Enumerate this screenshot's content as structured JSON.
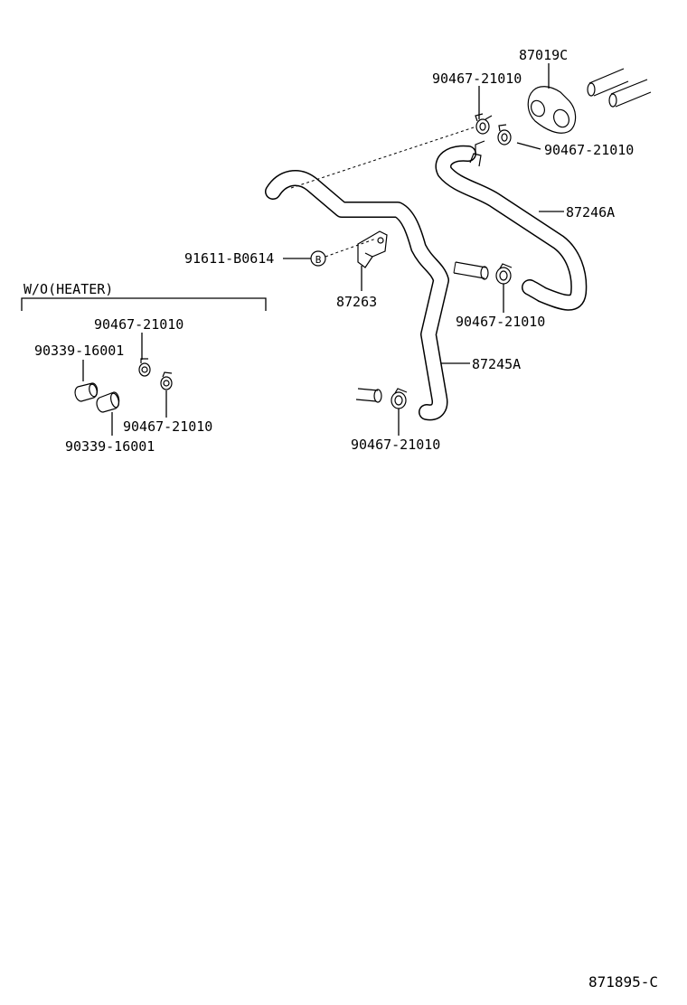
{
  "labels": {
    "p87019c": "87019C",
    "p90467_top": "90467-21010",
    "p90467_right": "90467-21010",
    "p87246a": "87246A",
    "p91611": "91611-B0614",
    "p87263": "87263",
    "p90467_mid": "90467-21010",
    "p87245a": "87245A",
    "p90467_bottom": "90467-21010",
    "section": "W/O(HEATER)",
    "p90467_wo_top": "90467-21010",
    "p90339_top": "90339-16001",
    "p90467_wo_bottom": "90467-21010",
    "p90339_bottom": "90339-16001",
    "bolt_mark": "B",
    "diagram_code": "871895-C"
  }
}
